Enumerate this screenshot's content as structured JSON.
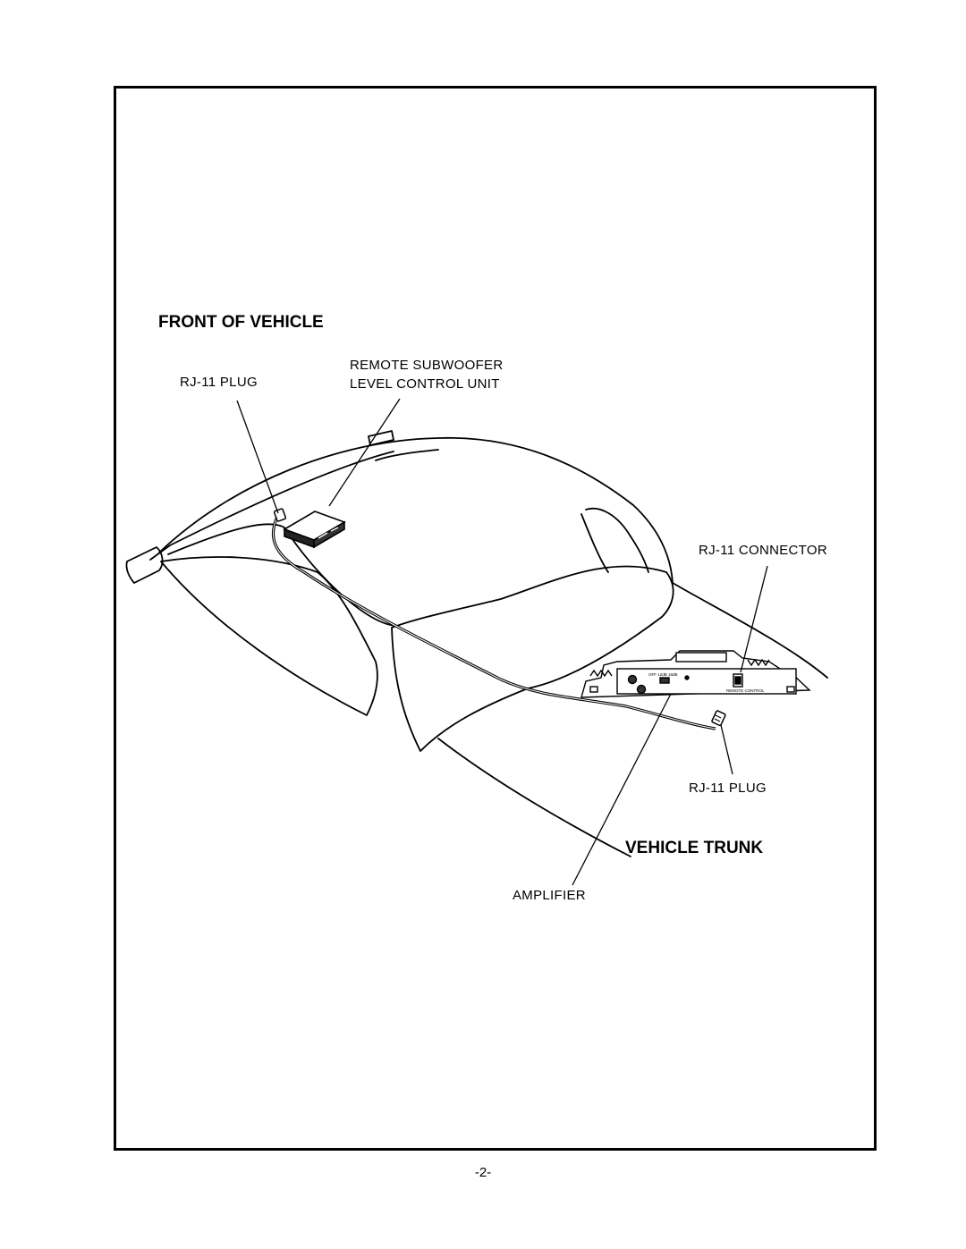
{
  "diagram": {
    "heading_front": "FRONT OF VEHICLE",
    "heading_trunk": "VEHICLE TRUNK",
    "label_rj11_plug_front": "RJ-11 PLUG",
    "label_remote_line1": "REMOTE SUBWOOFER",
    "label_remote_line2": "LEVEL CONTROL UNIT",
    "label_rj11_connector": "RJ-11 CONNECTOR",
    "label_rj11_plug_rear": "RJ-11 PLUG",
    "label_amplifier": "AMPLIFIER",
    "amp_panel_text": {
      "switch": "OFF 12dB 18dB",
      "remote": "REMOTE CONTROL"
    }
  },
  "footer": {
    "page_number": "-2-"
  }
}
